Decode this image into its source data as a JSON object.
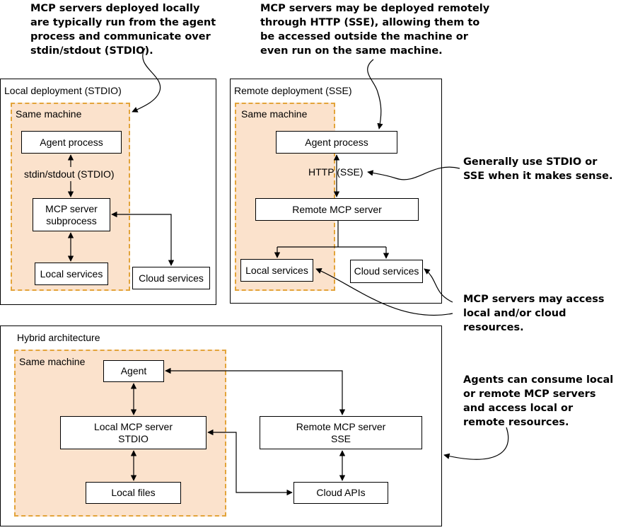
{
  "notes": {
    "local": "MCP servers deployed locally\nare typically run from the agent\nprocess and communicate over\nstdin/stdout (STDIO).",
    "remote": "MCP servers may be deployed remotely\nthrough HTTP (SSE), allowing them to\nbe accessed outside the machine or\neven run on the same machine.",
    "general": "Generally use STDIO or\nSSE when it makes sense.",
    "access": "MCP servers may access\nlocal and/or cloud\nresources.",
    "agents": "Agents can consume local\nor remote MCP servers\nand access local or\nremote resources."
  },
  "local_panel": {
    "title": "Local deployment (STDIO)",
    "zone": "Same machine",
    "agent": "Agent process",
    "link": "stdin/stdout (STDIO)",
    "server_line1": "MCP server",
    "server_line2": "subprocess",
    "local_services": "Local services",
    "cloud_services": "Cloud services"
  },
  "remote_panel": {
    "title": "Remote deployment (SSE)",
    "zone": "Same machine",
    "agent": "Agent process",
    "link": "HTTP (SSE)",
    "server": "Remote MCP server",
    "local_services": "Local services",
    "cloud_services": "Cloud services"
  },
  "hybrid_panel": {
    "title": "Hybrid architecture",
    "zone": "Same machine",
    "agent": "Agent",
    "local_server_line1": "Local MCP server",
    "local_server_line2": "STDIO",
    "remote_server_line1": "Remote MCP server",
    "remote_server_line2": "SSE",
    "local_files": "Local files",
    "cloud_apis": "Cloud APIs"
  },
  "colors": {
    "zone_fill": "#fbe2cc",
    "zone_border": "#e3a43a",
    "line": "#000000"
  }
}
